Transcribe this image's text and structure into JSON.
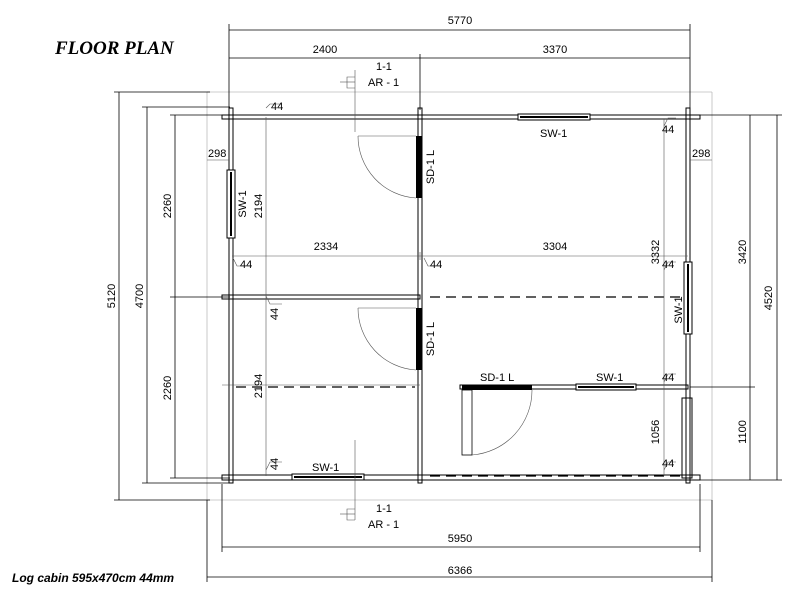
{
  "title": "FLOOR PLAN",
  "caption": "Log cabin 595x470cm 44mm",
  "dimensions": {
    "overall_top": "5770",
    "top_left": "2400",
    "top_right": "3370",
    "inner_left": "2334",
    "inner_right": "3304",
    "bottom_inner": "5950",
    "bottom_outer": "6366",
    "left_outer": "5120",
    "left_inner": "4700",
    "left_upper": "2260",
    "left_lower": "2260",
    "room_upper": "2194",
    "room_lower": "2194",
    "right_outer": "4520",
    "right_upper": "3420",
    "right_lower": "1100",
    "right_room": "3332",
    "porch": "1056",
    "overhang_left": "298",
    "overhang_right": "298",
    "wall": "44"
  },
  "labels": {
    "section": "1-1",
    "section_ref": "AR - 1",
    "sw": "SW-1",
    "sd": "SD-1 L"
  }
}
